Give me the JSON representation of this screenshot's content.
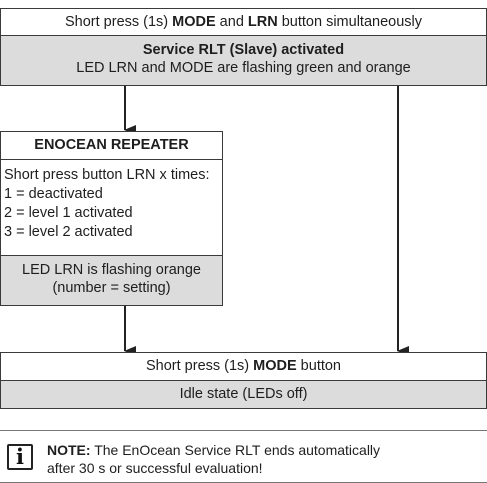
{
  "steps": {
    "start": {
      "prefix": "Short press (1s) ",
      "mode": "MODE",
      "and": " and ",
      "lrn": "LRN",
      "suffix": " button simultaneously"
    },
    "service": {
      "title": "Service RLT (Slave) activated",
      "detail": "LED LRN and MODE are flashing green and orange"
    },
    "repeater": {
      "title": "ENOCEAN REPEATER",
      "instruction": "Short press button LRN x times:",
      "options": [
        "1 = deactivated",
        "2 = level 1 activated",
        "3 = level 2 activated"
      ],
      "led_line1": "LED LRN is flashing orange",
      "led_line2": "(number = setting)"
    },
    "mode_press": {
      "prefix": "Short press (1s) ",
      "mode": "MODE",
      "suffix": " button"
    },
    "idle": "Idle state (LEDs off)"
  },
  "note": {
    "icon": "info-icon",
    "label": "NOTE:",
    "text_line1": " The EnOcean Service RLT ends automatically",
    "text_line2": "after 30 s or  successful evaluation!"
  },
  "colors": {
    "box_grey": "#dcdcdc",
    "border": "#3a3a3a",
    "arrow": "#222222"
  }
}
